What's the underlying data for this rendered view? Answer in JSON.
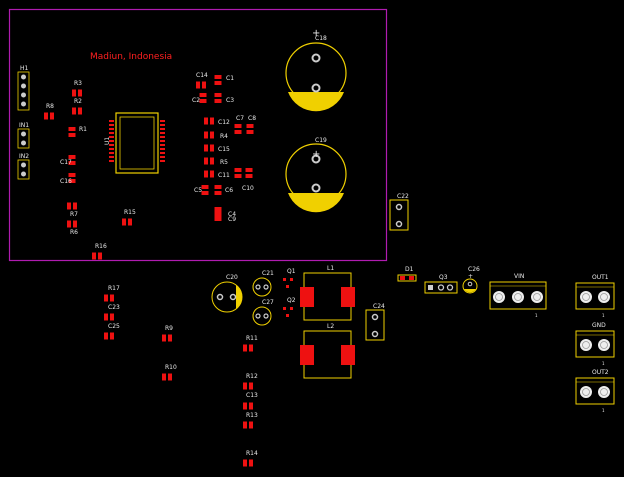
{
  "board": {
    "outline_color": "#b01cb0",
    "silk_color": "#f0d000",
    "pad_color": "#ee1111",
    "label_color": "#e8e8e8",
    "location_text": "Madiun, Indonesia"
  },
  "labels": {
    "H1": "H1",
    "IN1": "IN1",
    "IN2": "IN2",
    "R3": "R3",
    "R2": "R2",
    "R1": "R1",
    "R8": "R8",
    "U1": "U1",
    "C14": "C14",
    "C1": "C1",
    "C2": "C2",
    "C3": "C3",
    "C12": "C12",
    "R4": "R4",
    "C7": "C7",
    "C8": "C8",
    "C15": "C15",
    "R5": "R5",
    "C11": "C11",
    "C10": "C10",
    "C5": "C5",
    "C6": "C6",
    "C9": "C9",
    "C4": "C4",
    "C17": "C17",
    "C16": "C16",
    "R7": "R7",
    "R6": "R6",
    "R15": "R15",
    "C18": "C18",
    "C19": "C19",
    "C22": "C22",
    "R16": "R16",
    "C20": "C20",
    "C21": "C21",
    "Q1": "Q1",
    "L1": "L1",
    "C27": "C27",
    "Q2": "Q2",
    "L2": "L2",
    "C24": "C24",
    "D1": "D1",
    "Q3": "Q3",
    "C26": "C26",
    "VIN": "VIN",
    "OUT1": "OUT1",
    "GND": "GND",
    "OUT2": "OUT2",
    "R17": "R17",
    "C23": "C23",
    "C25": "C25",
    "R9": "R9",
    "R10": "R10",
    "R11": "R11",
    "R12": "R12",
    "C13": "C13",
    "R13": "R13",
    "R14": "R14",
    "one": "1",
    "plus": "+"
  }
}
